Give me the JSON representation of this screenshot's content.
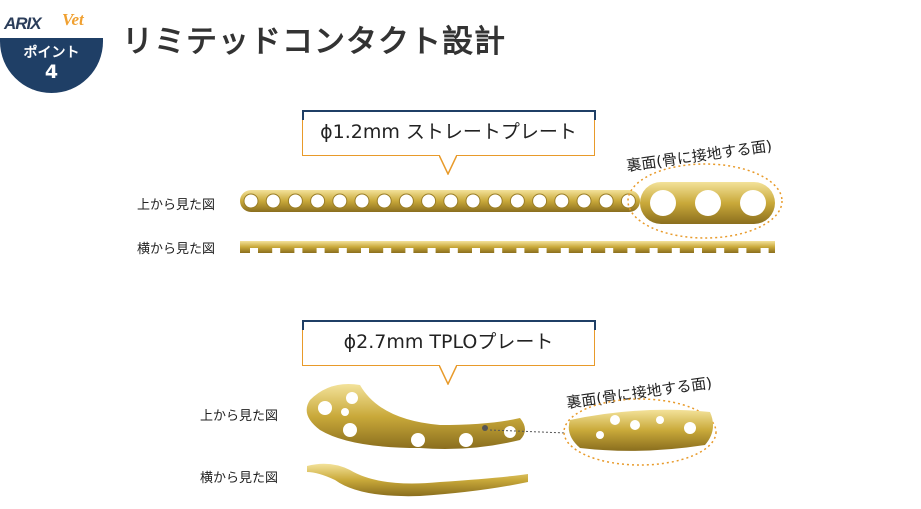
{
  "logo": {
    "brand": "ARIX",
    "sub": "Vet",
    "badge_label": "ポイント",
    "badge_number": "4"
  },
  "title": "リミテッドコンタクト設計",
  "sections": [
    {
      "callout": "ϕ1.2mm ストレートプレート",
      "top_view_label": "上から見た図",
      "side_view_label": "横から見た図",
      "back_label": "裏面(骨に接地する面)"
    },
    {
      "callout": "ϕ2.7mm TPLOプレート",
      "top_view_label": "上から見た図",
      "side_view_label": "横から見た図",
      "back_label": "裏面(骨に接地する面)"
    }
  ],
  "colors": {
    "navy": "#1f3f66",
    "orange": "#e89a2a",
    "gold": "#c9a93a"
  }
}
